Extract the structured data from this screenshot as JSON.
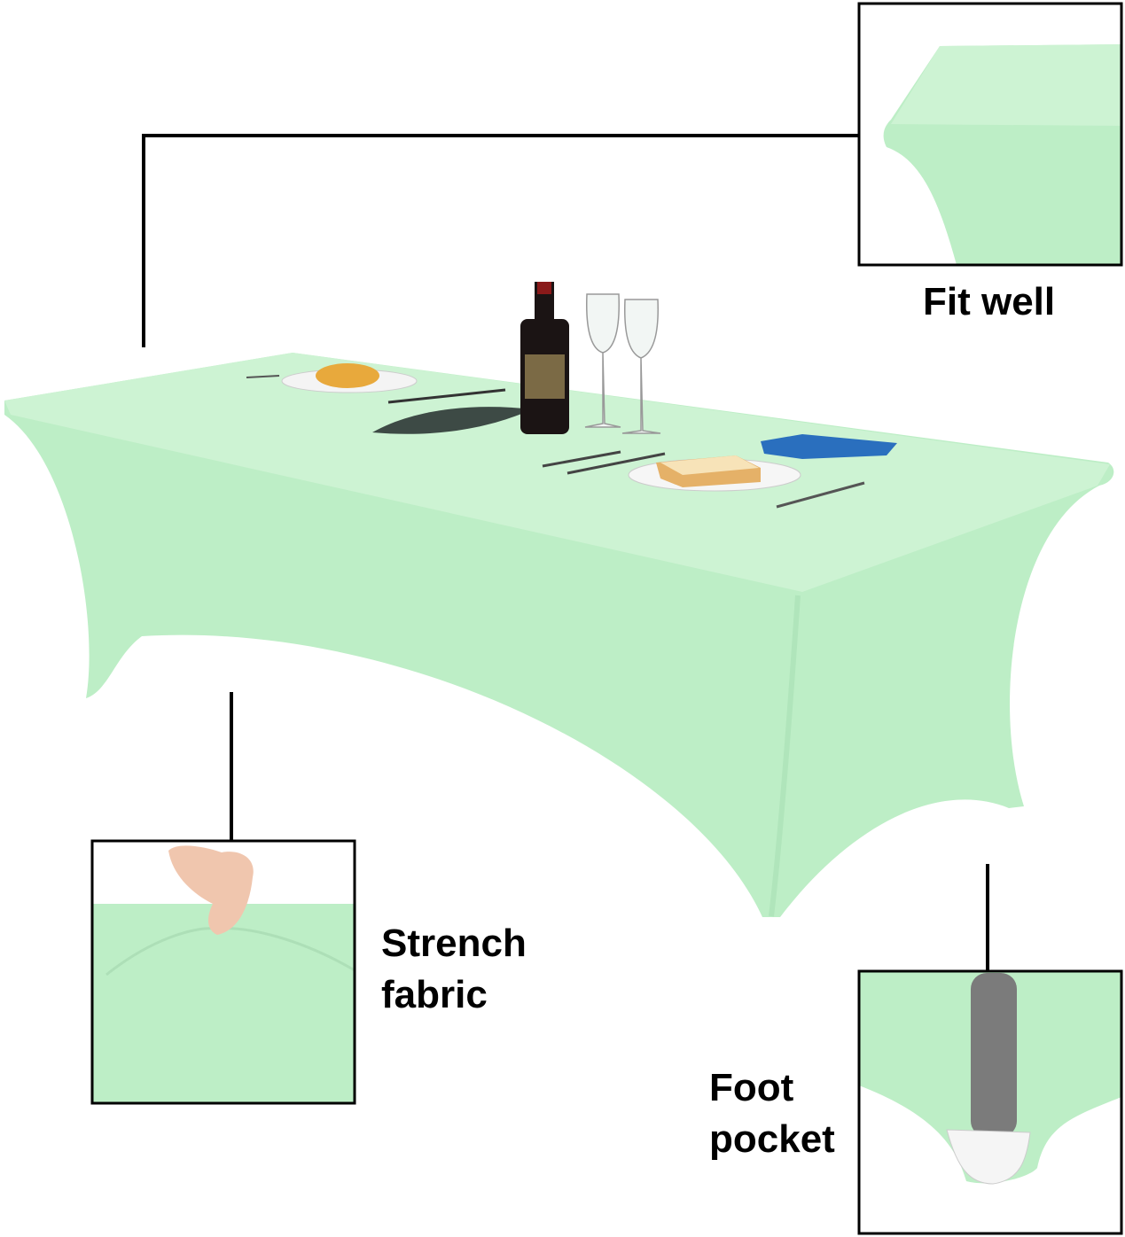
{
  "callouts": {
    "fit_well": "Fit well",
    "stretch_line1": "Strench",
    "stretch_line2": "fabric",
    "foot_line1": "Foot",
    "foot_line2": "pocket"
  },
  "colors": {
    "fabric": "#bdeec6",
    "fabric_top": "#cdf3d3",
    "fabric_shadow": "#b2e8bd",
    "frame": "#000000",
    "leg": "#7b7b7b"
  }
}
